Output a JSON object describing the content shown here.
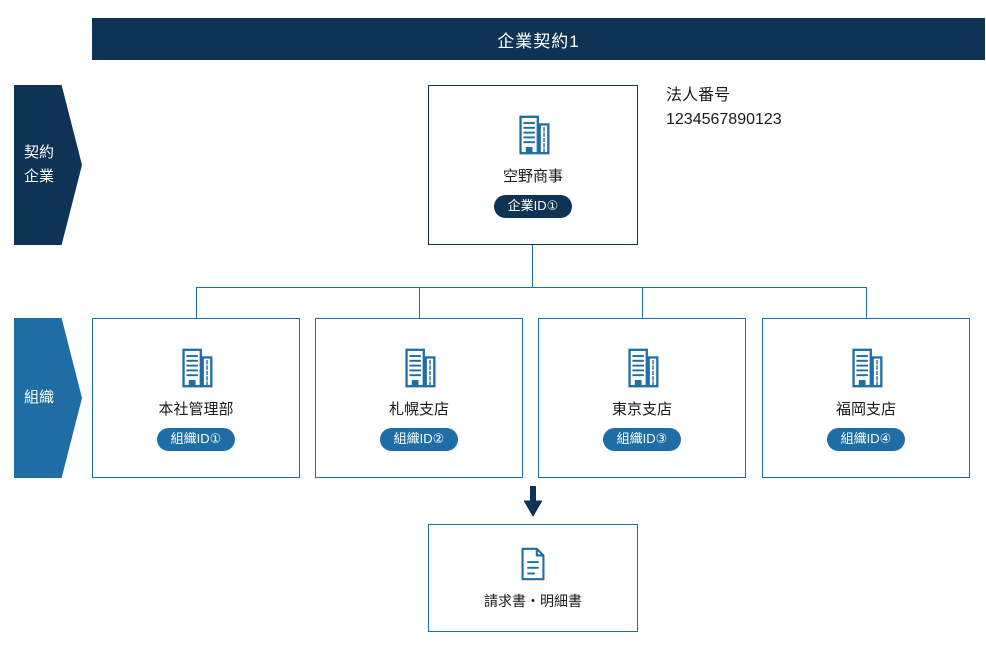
{
  "colors": {
    "navy": "#0e3355",
    "blue": "#1e6da4",
    "background": "#ffffff"
  },
  "header": {
    "title": "企業契約1"
  },
  "side_labels": {
    "contract_company": "契約\n企業",
    "organization": "組織"
  },
  "company": {
    "name": "空野商事",
    "badge": "企業ID①",
    "icon": "building-icon"
  },
  "corporate_number": {
    "label": "法人番号",
    "value": "1234567890123"
  },
  "organizations": [
    {
      "name": "本社管理部",
      "badge": "組織ID①",
      "icon": "building-icon"
    },
    {
      "name": "札幌支店",
      "badge": "組織ID②",
      "icon": "building-icon"
    },
    {
      "name": "東京支店",
      "badge": "組織ID③",
      "icon": "building-icon"
    },
    {
      "name": "福岡支店",
      "badge": "組織ID④",
      "icon": "building-icon"
    }
  ],
  "invoice": {
    "label": "請求書・明細書",
    "icon": "document-icon"
  },
  "arrow": {
    "icon": "down-arrow-icon"
  }
}
